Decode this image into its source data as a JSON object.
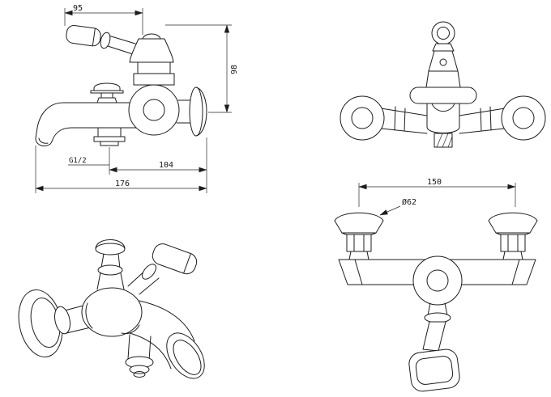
{
  "style": {
    "ink": "#1d1d1d",
    "paper": "#ffffff"
  },
  "views": {
    "front": {
      "dim_width_top": "95",
      "dim_height": "98",
      "dim_thread": "G1/2",
      "dim_outlet_to_wall": "104",
      "dim_total_length": "176"
    },
    "rear": {
      "dim_center_distance": "150",
      "dim_flange_diameter": "Ø62"
    }
  }
}
